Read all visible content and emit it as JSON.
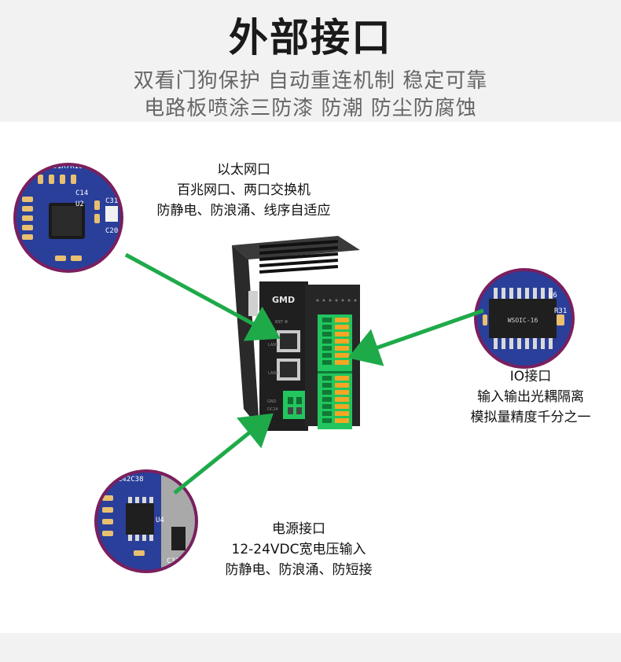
{
  "header": {
    "title": "外部接口",
    "subtitle_line1": "双看门狗保护 自动重连机制 稳定可靠",
    "subtitle_line2": "电路板喷涂三防漆 防潮 防尘防腐蚀"
  },
  "device": {
    "brand": "GMD",
    "port_label_lan1": "LAN1",
    "port_label_lan2": "LAN2",
    "rst_label": "RST",
    "power_labels": [
      "GND",
      "DC24"
    ]
  },
  "ethernet": {
    "lines": [
      "以太网口",
      "百兆网口、两口交换机",
      "防静电、防浪涌、线序自适应"
    ]
  },
  "io": {
    "lines": [
      "IO接口",
      "输入输出光耦隔离",
      "模拟量精度千分之一"
    ],
    "chip_label": "WSOIC-16"
  },
  "power": {
    "lines": [
      "电源接口",
      "12-24VDC宽电压输入",
      "防静电、防浪涌、防短接"
    ]
  },
  "colors": {
    "arrow": "#1faa4a",
    "pcb_blue": "#2a3f9a",
    "pcb_ring": "#8a2a6a",
    "terminal_green": "#22c55e",
    "terminal_orange": "#f5a623"
  }
}
